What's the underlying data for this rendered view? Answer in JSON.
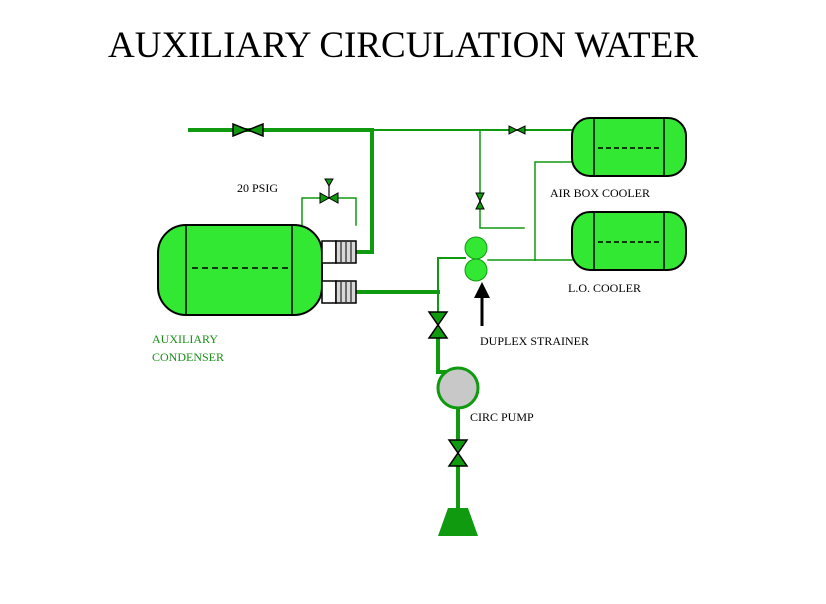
{
  "title": "AUXILIARY CIRCULATION WATER",
  "labels": {
    "pressure": "20 PSIG",
    "air_box_cooler": "AIR BOX COOLER",
    "lo_cooler": "L.O. COOLER",
    "duplex_strainer": "DUPLEX STRAINER",
    "circ_pump": "CIRC PUMP",
    "aux_condenser_line1": "AUXILIARY",
    "aux_condenser_line2": "CONDENSER"
  },
  "colors": {
    "pipe": "#109a10",
    "fill": "#33e833",
    "outline": "#000000",
    "pump_fill": "#c8c8c8",
    "label_green": "#1a8f1a"
  }
}
